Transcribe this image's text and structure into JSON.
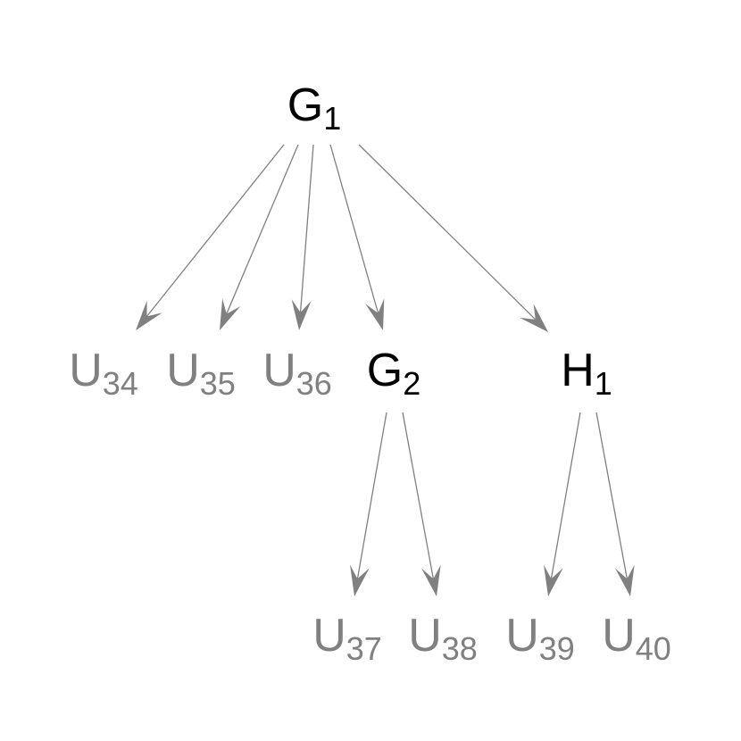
{
  "nodes": [
    {
      "id": "G1",
      "base": "G",
      "sub": "1",
      "emphasis": "primary"
    },
    {
      "id": "U34",
      "base": "U",
      "sub": "34",
      "emphasis": "secondary"
    },
    {
      "id": "U35",
      "base": "U",
      "sub": "35",
      "emphasis": "secondary"
    },
    {
      "id": "U36",
      "base": "U",
      "sub": "36",
      "emphasis": "secondary"
    },
    {
      "id": "G2",
      "base": "G",
      "sub": "2",
      "emphasis": "primary"
    },
    {
      "id": "H1",
      "base": "H",
      "sub": "1",
      "emphasis": "primary"
    },
    {
      "id": "U37",
      "base": "U",
      "sub": "37",
      "emphasis": "secondary"
    },
    {
      "id": "U38",
      "base": "U",
      "sub": "38",
      "emphasis": "secondary"
    },
    {
      "id": "U39",
      "base": "U",
      "sub": "39",
      "emphasis": "secondary"
    },
    {
      "id": "U40",
      "base": "U",
      "sub": "40",
      "emphasis": "secondary"
    }
  ],
  "edges": [
    {
      "from": "G1",
      "to": "U34"
    },
    {
      "from": "G1",
      "to": "U35"
    },
    {
      "from": "G1",
      "to": "U36"
    },
    {
      "from": "G1",
      "to": "G2"
    },
    {
      "from": "G1",
      "to": "H1"
    },
    {
      "from": "G2",
      "to": "U37"
    },
    {
      "from": "G2",
      "to": "U38"
    },
    {
      "from": "H1",
      "to": "U39"
    },
    {
      "from": "H1",
      "to": "U40"
    }
  ],
  "colors": {
    "primary": "#000000",
    "secondary": "#808080",
    "edge": "#808080",
    "background": "#ffffff"
  }
}
